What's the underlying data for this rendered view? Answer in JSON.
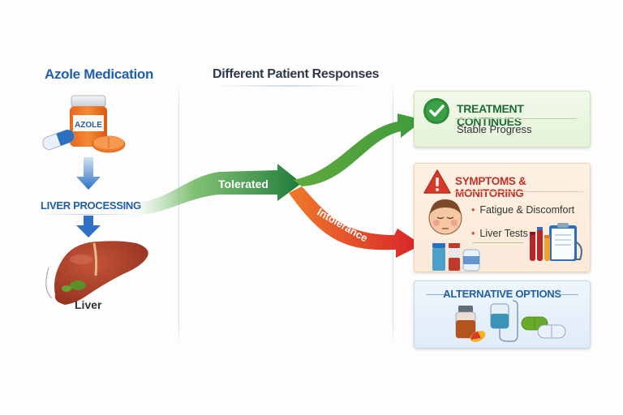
{
  "left_column": {
    "title": "Azole Medication",
    "bottle_label": "AZOLE",
    "process_label": "LIVER PROCESSING",
    "organ_label": "Liver"
  },
  "middle_column": {
    "title": "Different Patient Responses",
    "arrows": [
      {
        "label": "Tolerated",
        "color": "#3f9a3c"
      },
      {
        "label": "Intolerance",
        "color": "#e2452d"
      }
    ]
  },
  "outcomes": {
    "treatment": {
      "title": "TREATMENT CONTINUES",
      "subtitle": "Stable Progress",
      "icon": "check-circle-icon",
      "accent": "#2f8a3a"
    },
    "symptoms": {
      "title": "SYMPTOMS & MONITORING",
      "icon": "warning-triangle-icon",
      "accent": "#c4302a",
      "bullets": [
        "Fatigue & Discomfort",
        "Liver Tests"
      ]
    },
    "alternatives": {
      "title": "ALTERNATIVE OPTIONS",
      "accent": "#1f5fa8"
    }
  }
}
